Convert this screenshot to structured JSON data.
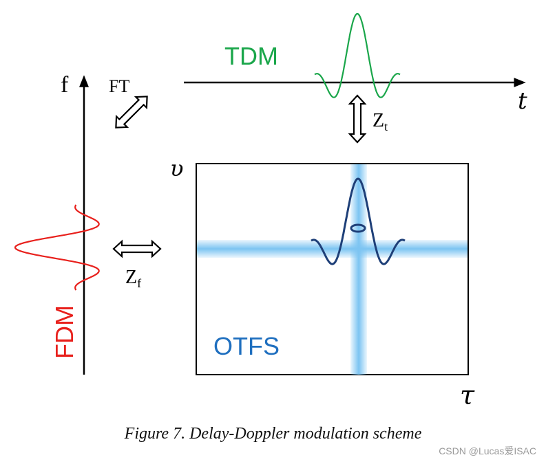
{
  "labels": {
    "f_axis": "f",
    "t_axis": "t",
    "tau_axis": "τ",
    "nu_axis": "υ",
    "ft": "FT",
    "zt_main": "Z",
    "zt_sub": "t",
    "zf_main": "Z",
    "zf_sub": "f",
    "tdm": "TDM",
    "fdm": "FDM",
    "otfs": "OTFS"
  },
  "colors": {
    "tdm": "#1aa64a",
    "fdm": "#e8201c",
    "otfs_text": "#1f6fbf",
    "otfs_pulse": "#1e3f78",
    "beam": "#7cc4f2",
    "axis": "#000000"
  },
  "caption": "Figure 7. Delay-Doppler modulation scheme",
  "watermark": "CSDN @Lucas爱ISAC"
}
